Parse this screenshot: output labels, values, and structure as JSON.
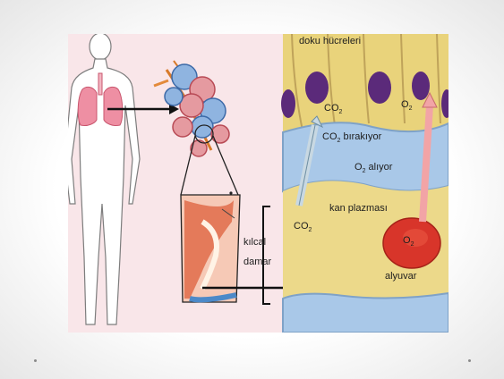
{
  "labels": {
    "tissue_cells": "doku hücreleri",
    "co2_top": "CO",
    "co2_top_sub": "2",
    "o2_top": "O",
    "o2_top_sub": "2",
    "co2_leaving_a": "CO",
    "co2_leaving_sub": "2",
    "co2_leaving_b": " bırakıyor",
    "o2_taking_a": "O",
    "o2_taking_sub": "2",
    "o2_taking_b": " alıyor",
    "plasma": "kan plazması",
    "co2_low": "CO",
    "co2_low_sub": "2",
    "o2_low": "O",
    "o2_low_sub": "2",
    "capillary_1": "kılcal",
    "capillary_2": "damar",
    "rbc": "alyuvar"
  },
  "colors": {
    "cell_yellow": "#e9d37b",
    "fluid_blue": "#a9c8e8",
    "plasma_yellow": "#ecd98a",
    "rbc_red": "#d8352a",
    "nucleus": "#5b2a7a",
    "body_pink": "#f3c4cf",
    "lung": "#e3798f",
    "arrow": "#111111"
  },
  "icons": [
    "human-body-icon",
    "lungs-icon",
    "alveoli-icon",
    "capillary-icon",
    "red-blood-cell-icon"
  ]
}
